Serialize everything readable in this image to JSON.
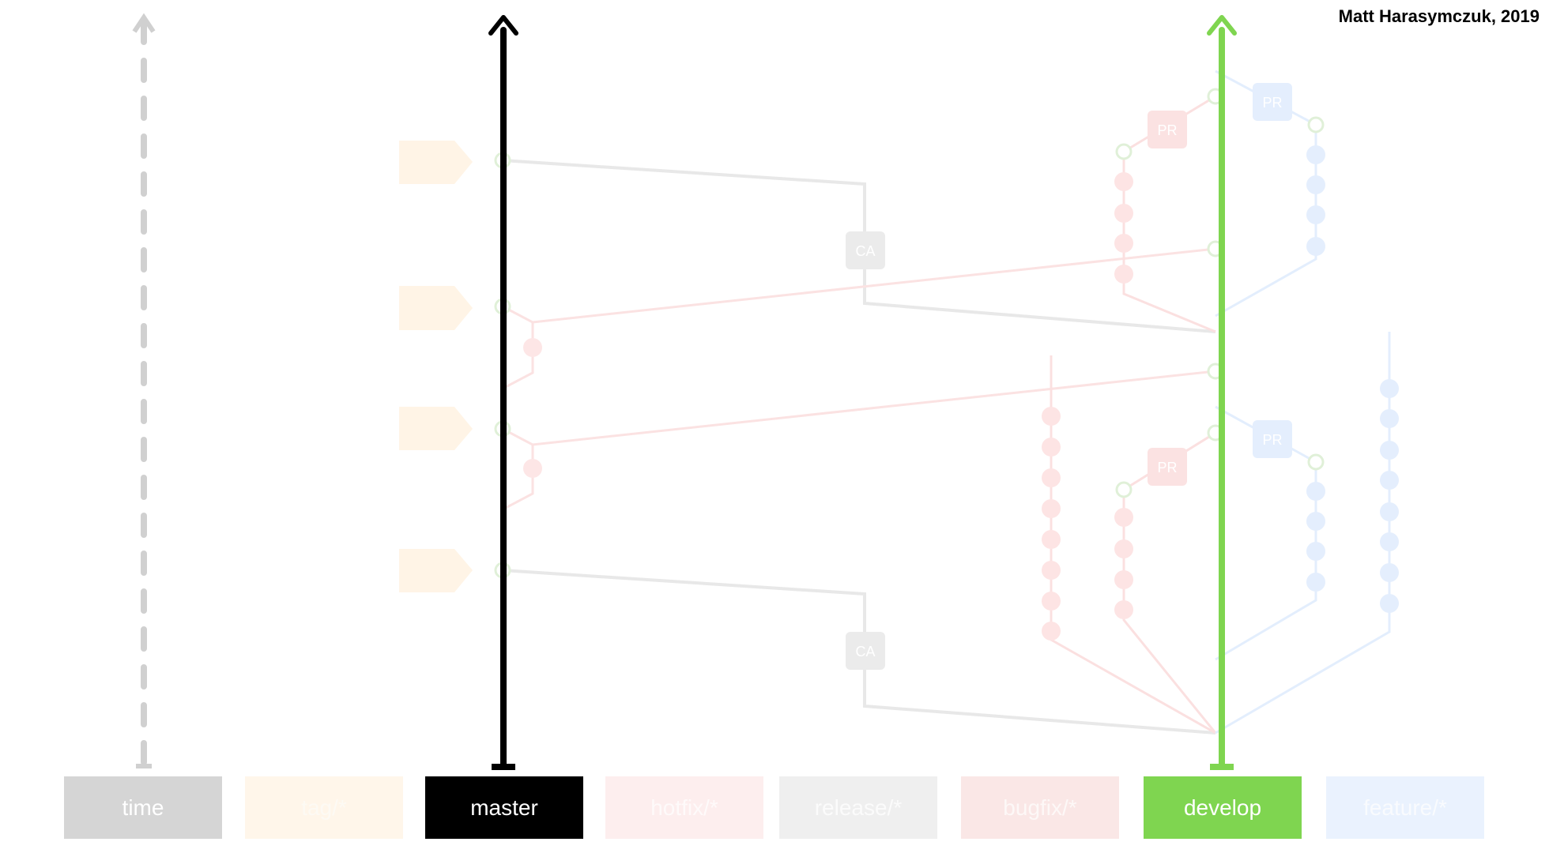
{
  "credit": "Matt Harasymczuk, 2019",
  "branches": {
    "time": "time",
    "tag": "tag/*",
    "master": "master",
    "hotfix": "hotfix/*",
    "release": "release/*",
    "bugfix": "bugfix/*",
    "develop": "develop",
    "feature": "feature/*"
  },
  "badges": {
    "pull_request": "PR",
    "code_audit": "CA"
  },
  "colors": {
    "time": "#d5d5d5",
    "tag": "#fff6ea",
    "master": "#000000",
    "hotfix": "#fdeeee",
    "release": "#efefef",
    "bugfix": "#fae7e6",
    "develop": "#7fd550",
    "feature": "#eaf2fe"
  }
}
